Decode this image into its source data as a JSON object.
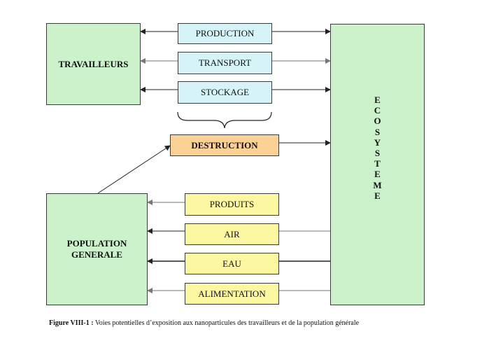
{
  "diagram": {
    "travailleurs": "TRAVAILLEURS",
    "population_line1": "POPULATION",
    "population_line2": "GENERALE",
    "ecosysteme_letters": [
      "E",
      "C",
      "O",
      "S",
      "Y",
      "S",
      "T",
      "E",
      "M",
      "E"
    ],
    "production": "PRODUCTION",
    "transport": "TRANSPORT",
    "stockage": "STOCKAGE",
    "destruction": "DESTRUCTION",
    "produits": "PRODUITS",
    "air": "AIR",
    "eau": "EAU",
    "alimentation": "ALIMENTATION"
  },
  "caption": {
    "label": "Figure VIII-1 :",
    "text": " Voies potentielles d’exposition aux nanoparticules des travailleurs et de la population générale"
  },
  "colors": {
    "green": "#ccf2cc",
    "blue": "#d6f3f8",
    "yellow": "#fcf7a1",
    "orange": "#fbd196"
  }
}
